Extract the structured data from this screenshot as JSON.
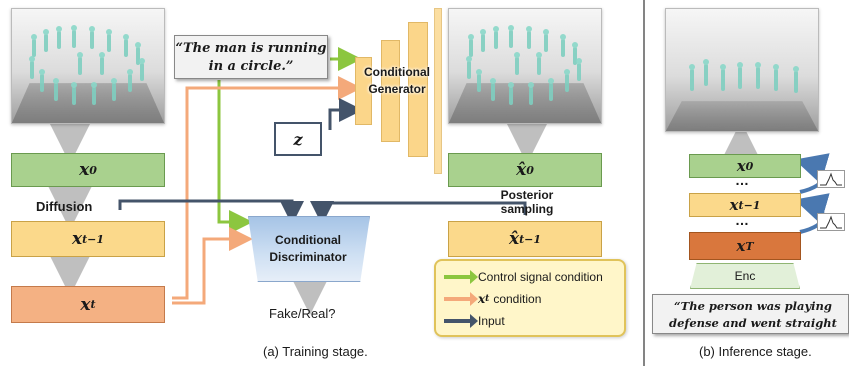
{
  "training": {
    "quote": "“The man is running in a circle.”",
    "z_label": "z",
    "generator_label": "Conditional Generator",
    "discriminator_label": "Conditional Discriminator",
    "fake_real": "Fake/Real?",
    "diffusion_label": "Diffusion",
    "posterior_label": "Posterior sampling",
    "x0": {
      "main": "x",
      "sub": "0"
    },
    "xt1": {
      "main": "x",
      "sub": "t−1"
    },
    "xt": {
      "main": "x",
      "sub": "t"
    },
    "x0hat": {
      "main": "x̂",
      "sub": "0"
    },
    "xt1hat": {
      "main": "x̂",
      "sub": "t−1"
    },
    "caption": "(a) Training stage."
  },
  "legend": {
    "items": [
      {
        "label": "Control signal condition",
        "color": "#8cc63f"
      },
      {
        "label": "condition",
        "prefix_main": "x",
        "prefix_sub": "t",
        "color": "#f4a97a"
      },
      {
        "label": "Input",
        "color": "#44546a"
      }
    ]
  },
  "inference": {
    "x0": {
      "main": "x",
      "sub": "0"
    },
    "xt1": {
      "main": "x",
      "sub": "t−1"
    },
    "xT": {
      "main": "x",
      "sub": "T"
    },
    "dots1": "…",
    "dots2": "…",
    "enc_label": "Enc",
    "quote": "“The person was playing defense and went straight diagonally.”",
    "caption": "(b) Inference stage."
  },
  "colors": {
    "green": "#a9d18e",
    "yellow": "#fbd98b",
    "red": "#f4b183",
    "orange": "#d9773d",
    "arrow_green": "#8cc63f",
    "arrow_orange": "#f4a97a",
    "arrow_navy": "#44546a",
    "arrow_gray": "#bfbfbf"
  }
}
